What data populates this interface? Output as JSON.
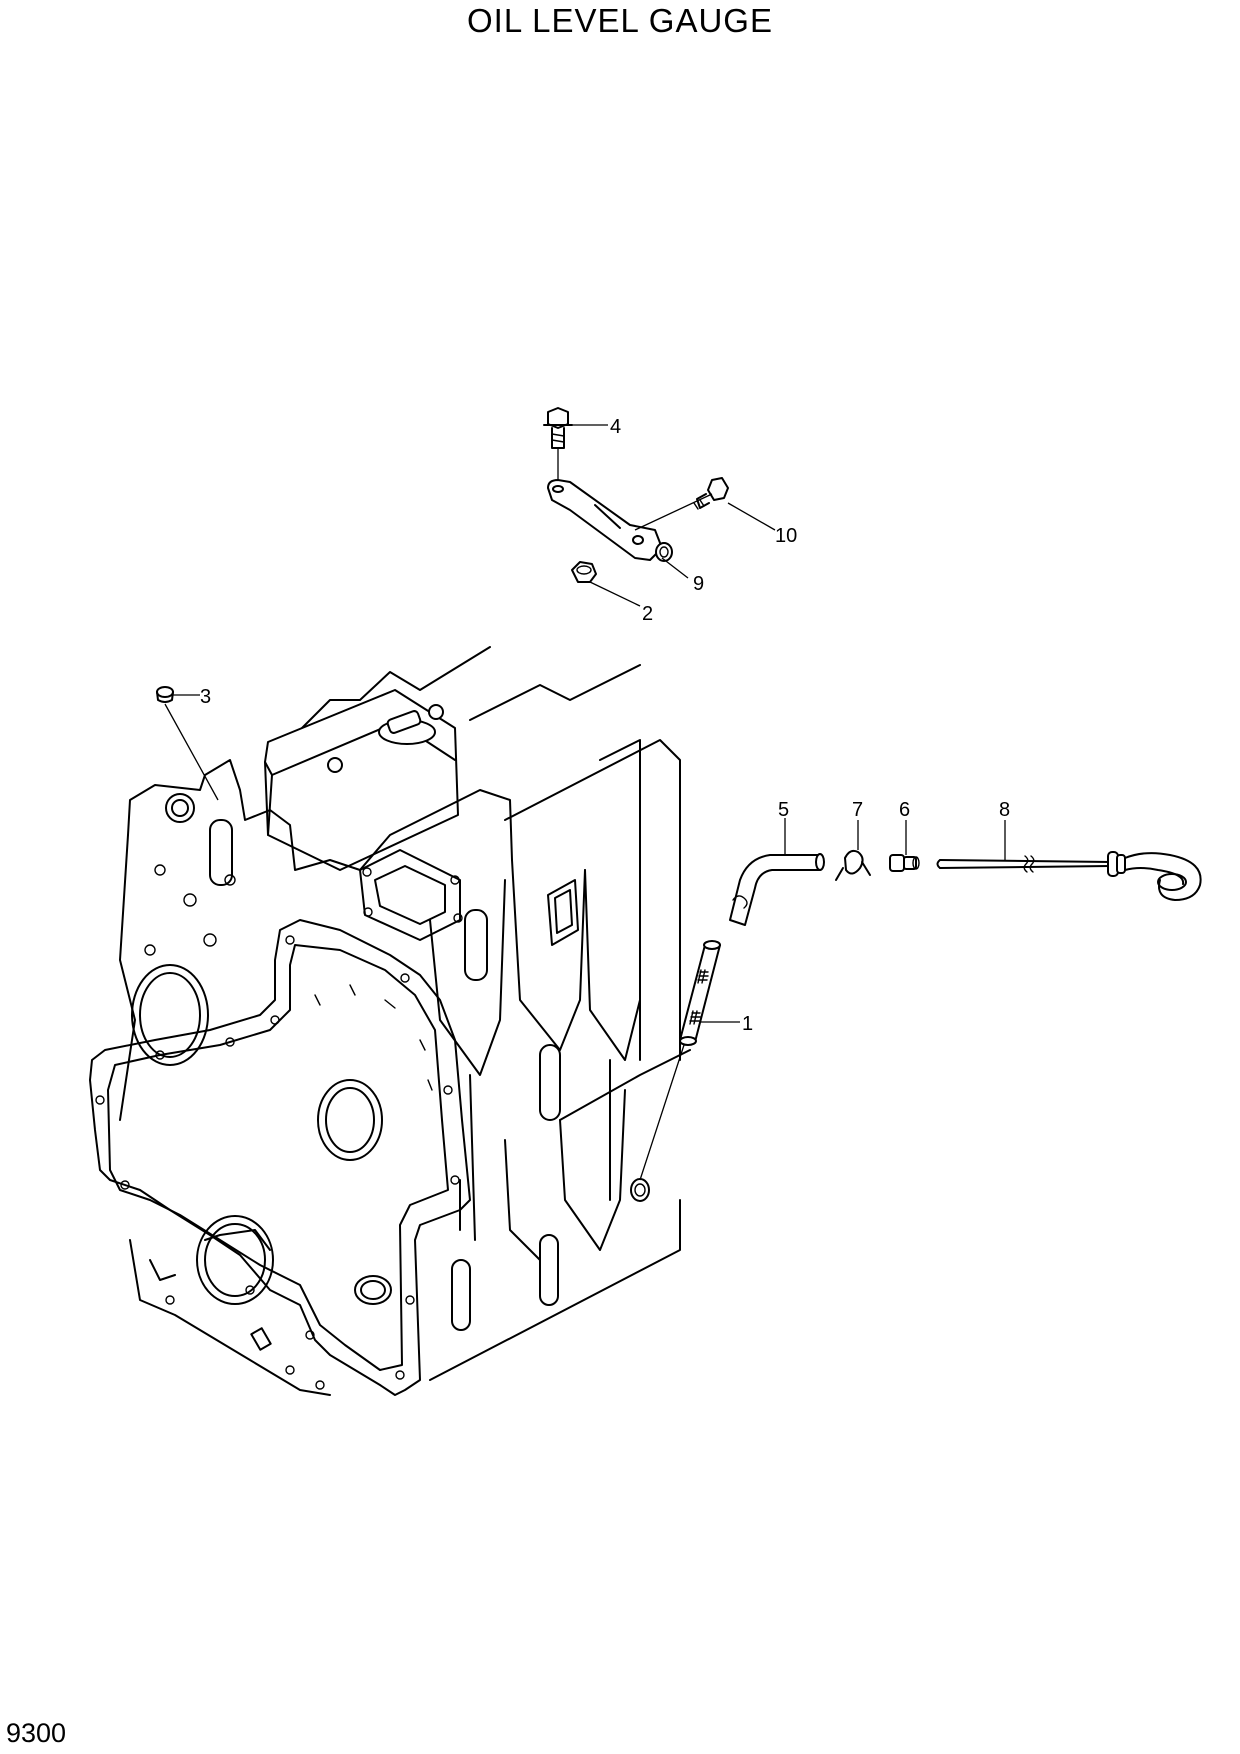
{
  "title": "OIL LEVEL GAUGE",
  "page_code": "9300",
  "callouts": [
    {
      "id": "c1",
      "label": "1",
      "part": "guide tube"
    },
    {
      "id": "c2",
      "label": "2",
      "part": "nut"
    },
    {
      "id": "c3",
      "label": "3",
      "part": "plug"
    },
    {
      "id": "c4",
      "label": "4",
      "part": "bolt"
    },
    {
      "id": "c5",
      "label": "5",
      "part": "tube"
    },
    {
      "id": "c6",
      "label": "6",
      "part": "adapter"
    },
    {
      "id": "c7",
      "label": "7",
      "part": "clamp"
    },
    {
      "id": "c8",
      "label": "8",
      "part": "dipstick"
    },
    {
      "id": "c9",
      "label": "9",
      "part": "bracket"
    },
    {
      "id": "c10",
      "label": "10",
      "part": "bolt"
    }
  ]
}
